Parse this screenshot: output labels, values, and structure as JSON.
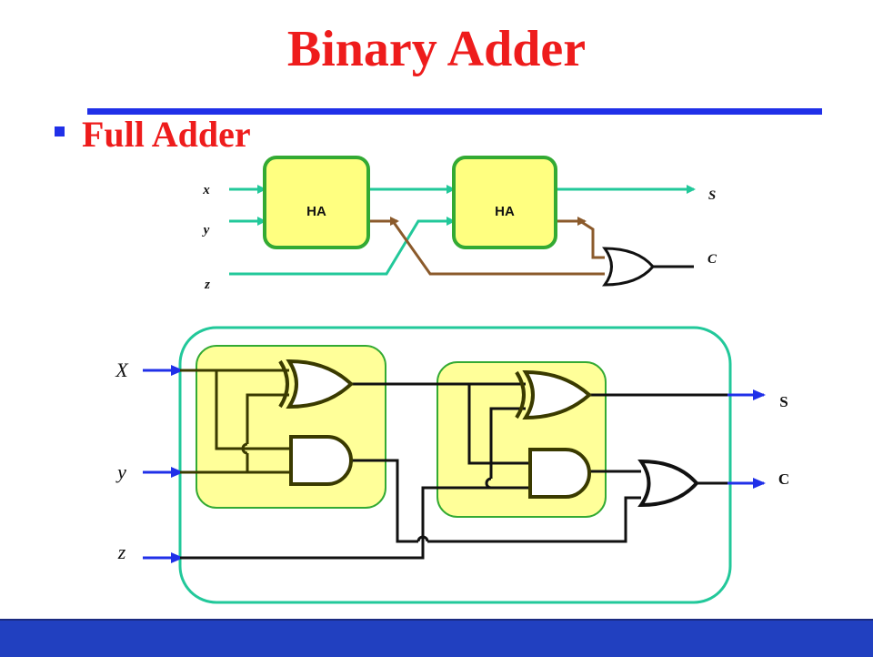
{
  "slide": {
    "title": "Binary Adder",
    "subtitle": "Full Adder"
  },
  "block_diagram": {
    "inputs": [
      "x",
      "y",
      "z"
    ],
    "blocks": [
      "HA",
      "HA"
    ],
    "outputs": [
      "S",
      "C"
    ]
  },
  "gate_diagram": {
    "inputs": [
      "X",
      "y",
      "z"
    ],
    "outputs": [
      "S",
      "C"
    ]
  },
  "colors": {
    "title": "#ee1c1c",
    "rule": "#2030e8",
    "ha_fill": "#ffff80",
    "ha_border": "#33aa33",
    "teal_wire": "#22c89a",
    "brown_wire": "#8b5a2b",
    "footer": "#2140c0"
  }
}
